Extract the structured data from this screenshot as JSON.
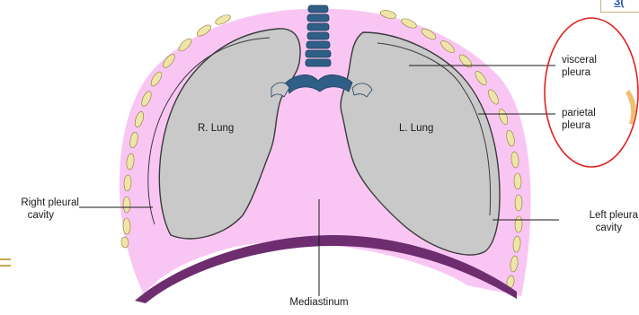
{
  "labels": {
    "r_lung": "R. Lung",
    "l_lung": "L. Lung",
    "visceral": [
      "visceral",
      "pleura"
    ],
    "parietal": [
      "parietal",
      "pleura"
    ],
    "right_cavity": [
      "Right pleural",
      "cavity"
    ],
    "left_cavity": [
      "Left pleura",
      "cavity"
    ],
    "mediastinum": "Mediastinum"
  },
  "colors": {
    "pleural_space": "#f9c6f4",
    "lung": "#c9c9c9",
    "outline": "#3a3a3a",
    "ribs": "#efe5a8",
    "trachea": "#2f5e86",
    "diaphragm": "#6d2d6f",
    "highlight": "#e02020",
    "tab_text": "#2b5cb8"
  },
  "tab_text": "3("
}
